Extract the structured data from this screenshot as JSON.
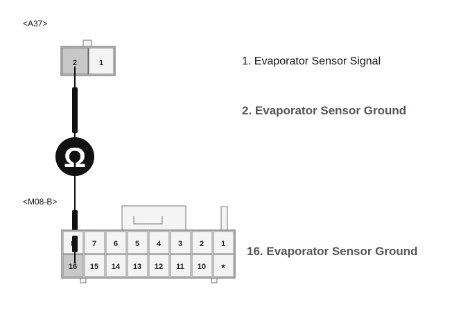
{
  "connector_a": {
    "tag": "<A37>",
    "pins": [
      "2",
      "1"
    ],
    "highlight": "#c8c8c8"
  },
  "connector_b": {
    "tag": "<M08-B>",
    "top_row": [
      "8",
      "7",
      "6",
      "5",
      "4",
      "3",
      "2",
      "1"
    ],
    "bottom_row": [
      "16",
      "15",
      "14",
      "13",
      "12",
      "11",
      "10",
      "*"
    ],
    "highlight": "#c8c8c8"
  },
  "meter": {
    "symbol": "Ω"
  },
  "legend": {
    "item1": "1. Evaporator Sensor Signal",
    "item2": "2. Evaporator Sensor Ground",
    "item3": "16. Evaporator Sensor Ground"
  },
  "colors": {
    "wire": "#111111",
    "shell": "#f4f4f4",
    "outline": "#777777",
    "emphasis_text": "#555555"
  }
}
